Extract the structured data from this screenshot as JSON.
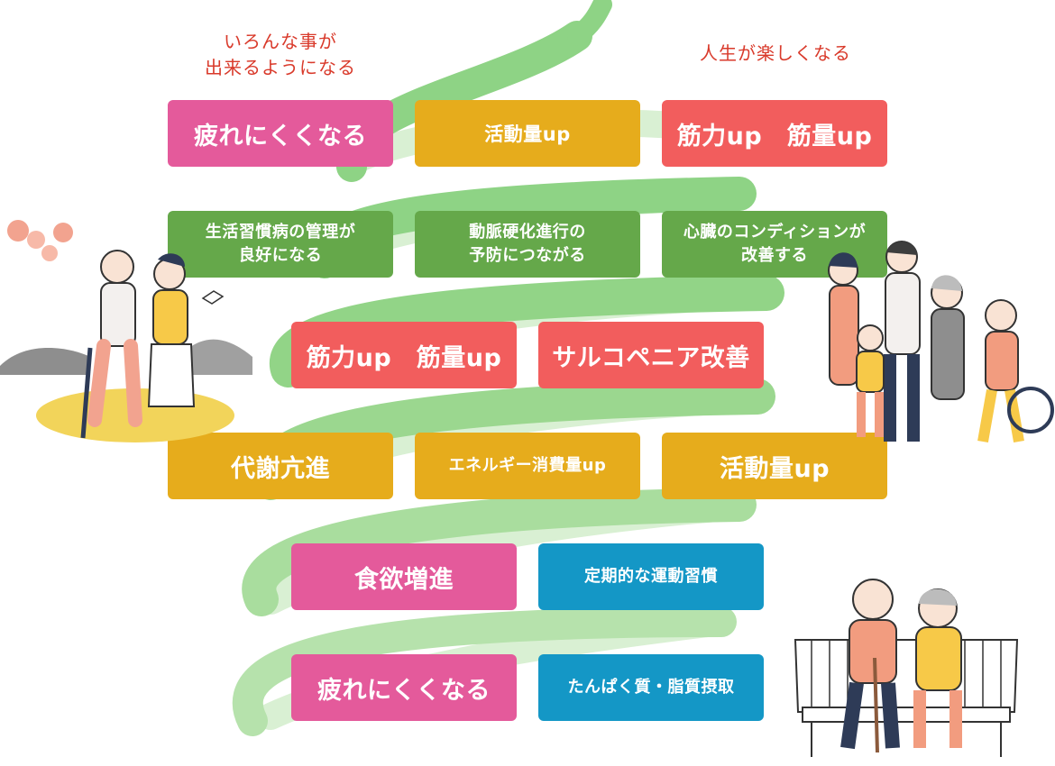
{
  "captions": {
    "left": [
      "いろんな事が",
      "出来るようになる"
    ],
    "right": "人生が楽しくなる"
  },
  "colors": {
    "pink": "#e45a9b",
    "yellow": "#e6ac1c",
    "red": "#f25d5d",
    "green": "#65a84a",
    "blue": "#1497c6",
    "spiral_dark": "#8ed385",
    "spiral_light": "#d9f0d3",
    "caption": "#d93a2b"
  },
  "rows": {
    "r1": {
      "a": "疲れにくくなる",
      "b": "活動量up",
      "c": "筋力up　筋量up"
    },
    "r2": {
      "a": [
        "生活習慣病の管理が",
        "良好になる"
      ],
      "b": [
        "動脈硬化進行の",
        "予防につながる"
      ],
      "c": [
        "心臓のコンディションが",
        "改善する"
      ]
    },
    "r3": {
      "a": "筋力up　筋量up",
      "b": "サルコペニア改善"
    },
    "r4": {
      "a": "代謝亢進",
      "b": "エネルギー消費量up",
      "c": "活動量up"
    },
    "r5": {
      "a": "食欲増進",
      "b": "定期的な運動習慣"
    },
    "r6": {
      "a": "疲れにくくなる",
      "b": "たんぱく質・脂質摂取"
    }
  },
  "illustrations": [
    "elderly-couple-walking",
    "multigenerational-family",
    "elderly-couple-on-bench"
  ]
}
